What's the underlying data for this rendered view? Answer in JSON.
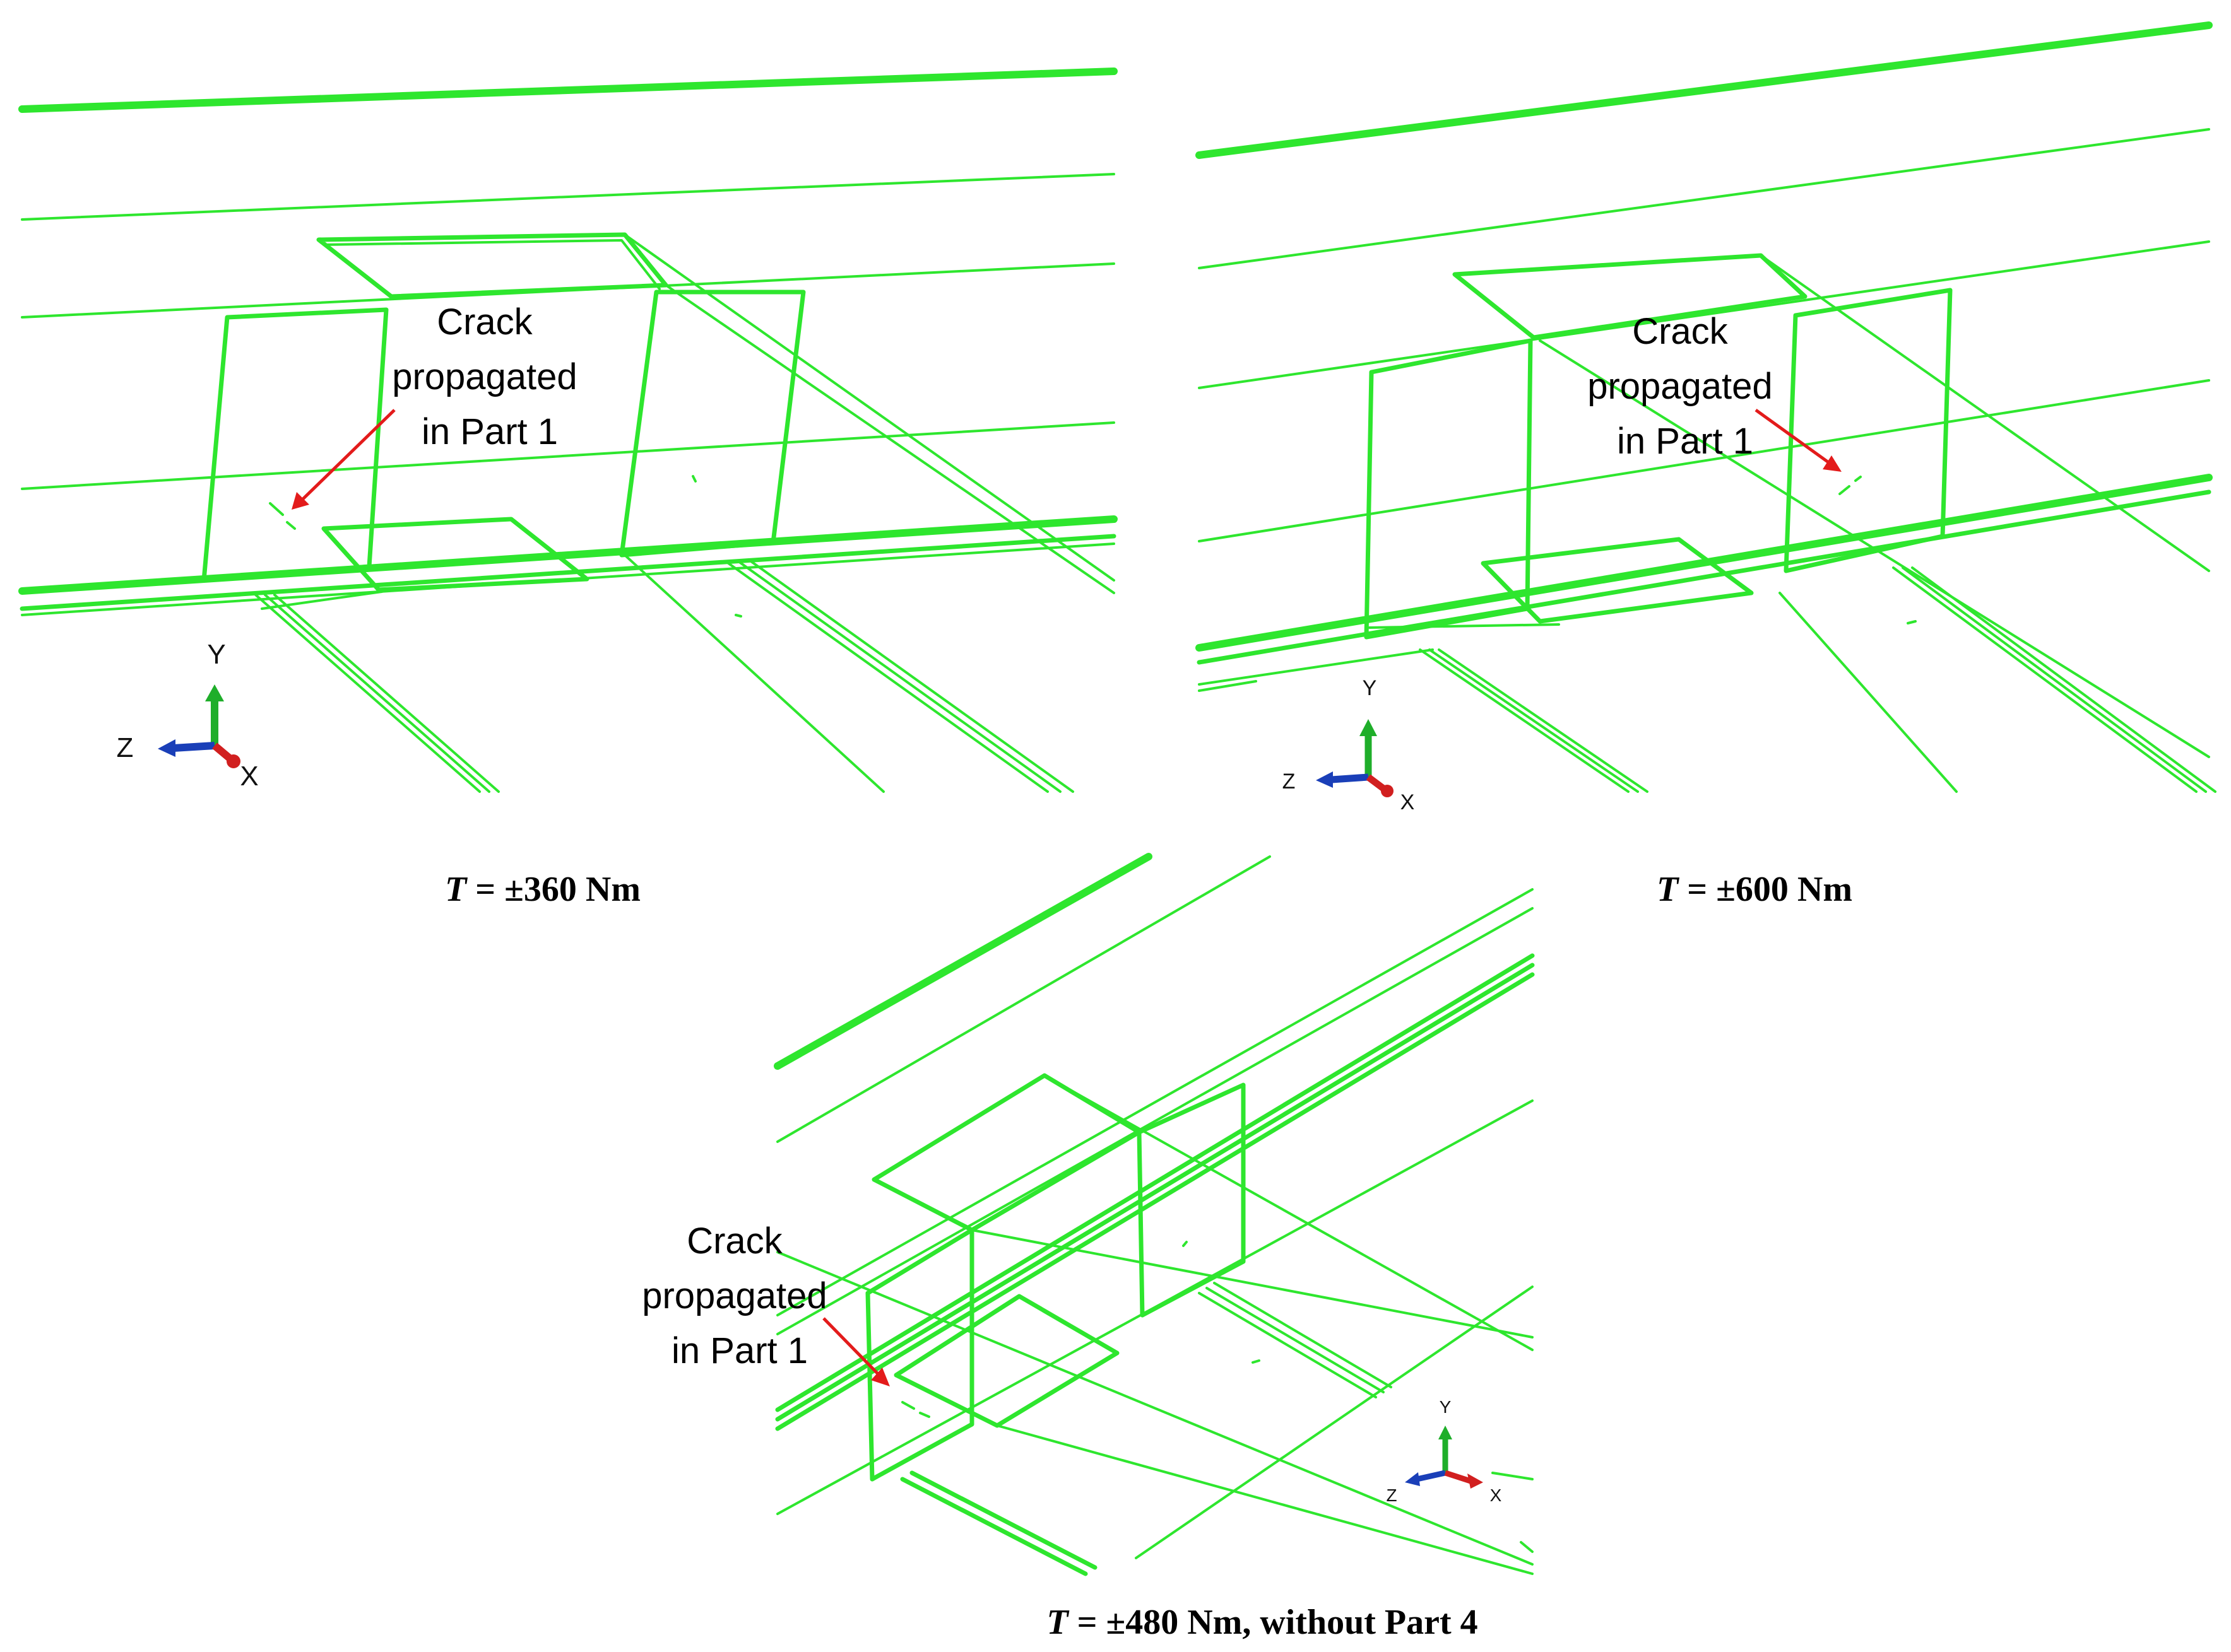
{
  "panels": [
    {
      "id": "panel-a",
      "annotation_lines": [
        "Crack",
        "propagated",
        "in Part 1"
      ],
      "caption_var": "T",
      "caption_rest": " = ±360 Nm",
      "axes": {
        "y": "Y",
        "z": "Z",
        "x": "X"
      }
    },
    {
      "id": "panel-b",
      "annotation_lines": [
        "Crack",
        "propagated",
        "in Part 1"
      ],
      "caption_var": "T",
      "caption_rest": " = ±600 Nm",
      "axes": {
        "y": "Y",
        "z": "Z",
        "x": "X"
      }
    },
    {
      "id": "panel-c",
      "annotation_lines": [
        "Crack",
        "propagated",
        "in Part 1"
      ],
      "caption_var": "T",
      "caption_rest": " = ±480 Nm, without  Part 4",
      "axes": {
        "y": "Y",
        "z": "Z",
        "x": "X"
      }
    }
  ],
  "colors": {
    "wireframe": "#2ee62e",
    "arrow": "#e31b1b",
    "axis_y": "#1fae2a",
    "axis_z": "#1a3fb8",
    "axis_x": "#d11f1f"
  }
}
